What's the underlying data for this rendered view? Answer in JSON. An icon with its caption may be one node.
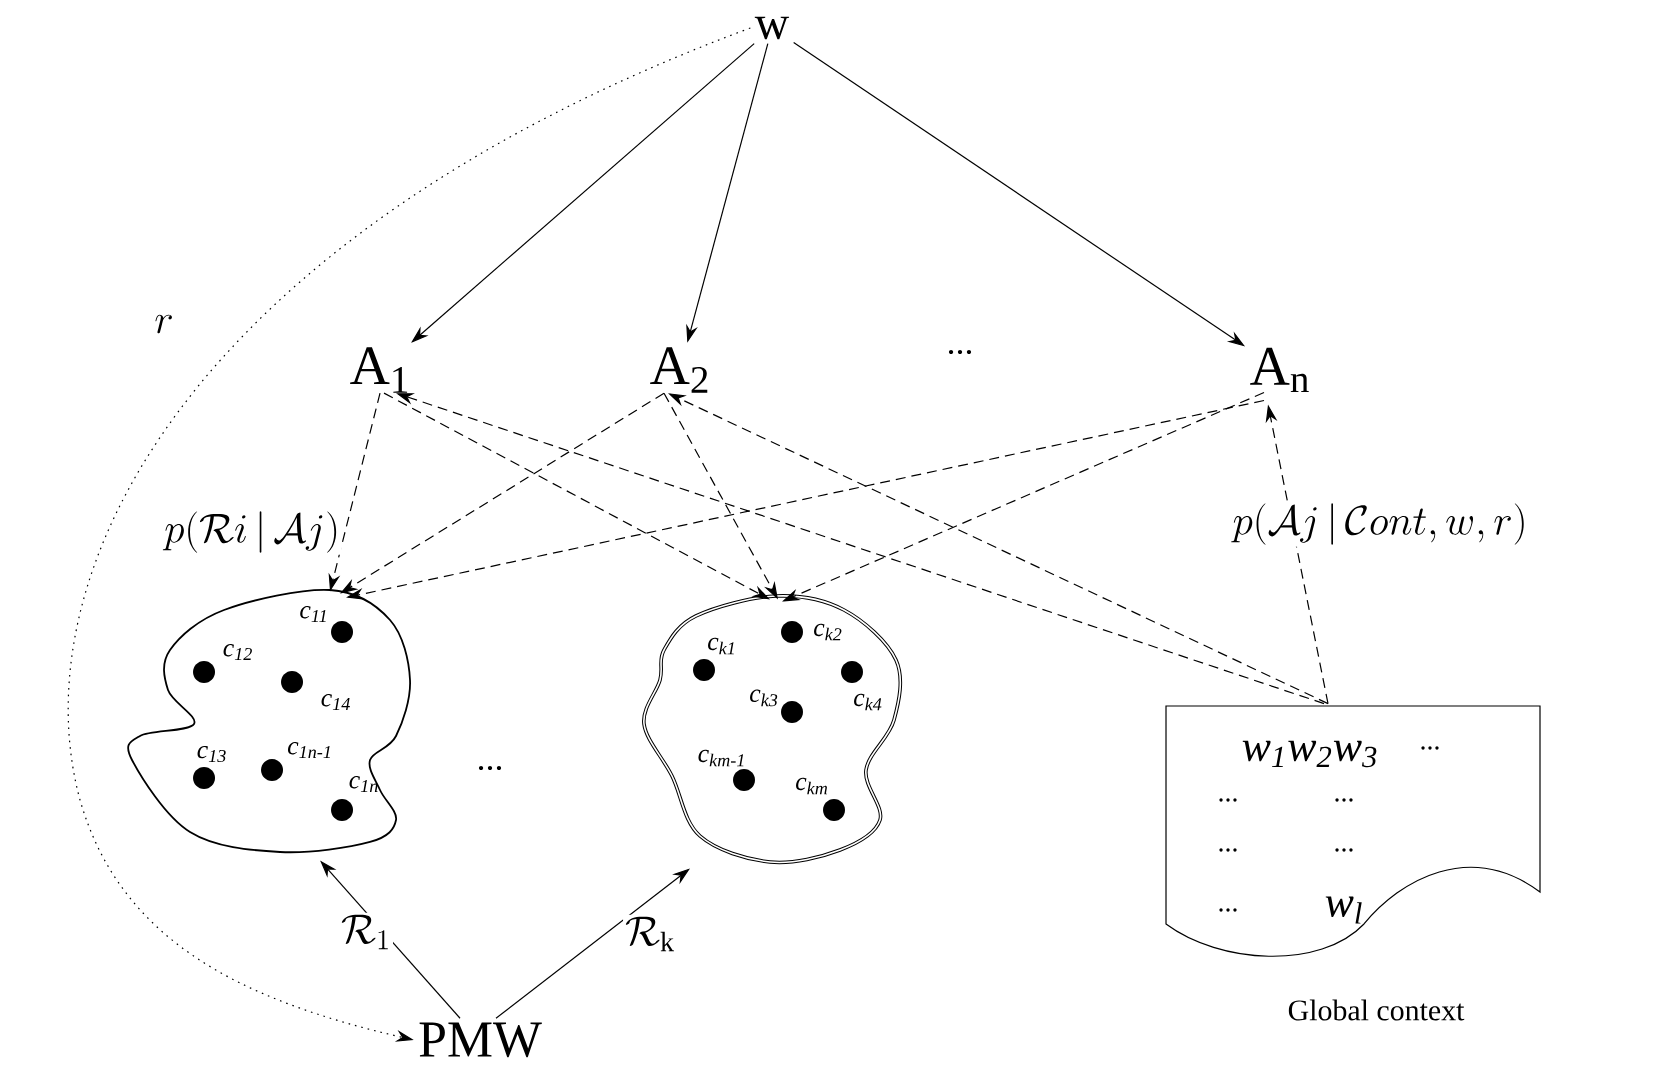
{
  "diagram": {
    "nodes": [
      {
        "text": [
          "w"
        ]
      },
      {
        "text": [
          "A$_{1}$"
        ]
      },
      {
        "text": [
          "A$_{2}$"
        ]
      },
      {
        "text": [
          "A$_{n}$"
        ]
      },
      {
        "text": [
          "c$_{11}$",
          "c$_{12}$",
          "c$_{14}$",
          "c$_{13}$",
          "c$_{1n-1}$",
          "c$_{1n}$"
        ]
      },
      {
        "text": [
          "c$_{k1}$",
          "c$_{k2}$",
          "c$_{k3}$",
          "c$_{k4}$",
          "c$_{km-1}$",
          "c$_{km}$"
        ]
      },
      {
        "text": [
          "w$_{1}$w$_{2}$w$_{3}$",
          "...",
          "...",
          "...",
          "...",
          "...",
          "...",
          "w$_{l}$"
        ],
        "beside": [
          "Global context"
        ]
      },
      {
        "text": [
          "PMW"
        ]
      }
    ],
    "edges": [
      {
        "from": 0,
        "to": 1,
        "arrow": "to"
      },
      {
        "from": 0,
        "to": 2,
        "arrow": "to"
      },
      {
        "from": 0,
        "to": 3,
        "arrow": "to"
      },
      {
        "from": 1,
        "to": 4,
        "arrow": "to",
        "style": "dashed",
        "label": "p(\\mathcal{R}i\\,|\\,\\mathcal{A}j)"
      },
      {
        "from": 2,
        "to": 4,
        "arrow": "to",
        "style": "dashed"
      },
      {
        "from": 3,
        "to": 4,
        "arrow": "to",
        "style": "dashed"
      },
      {
        "from": 1,
        "to": 5,
        "arrow": "to",
        "style": "dashed"
      },
      {
        "from": 2,
        "to": 5,
        "arrow": "to",
        "style": "dashed"
      },
      {
        "from": 3,
        "to": 5,
        "arrow": "to",
        "style": "dashed"
      },
      {
        "from": 6,
        "to": 1,
        "arrow": "to",
        "style": "dashed"
      },
      {
        "from": 6,
        "to": 2,
        "arrow": "to",
        "style": "dashed"
      },
      {
        "from": 6,
        "to": 3,
        "arrow": "to",
        "style": "dashed",
        "label": "p(\\mathcal{A}j\\,|\\,\\mathcal{C}ont,w,r)"
      },
      {
        "from": 7,
        "to": 4,
        "arrow": "to",
        "label": "\\mathcal{R}_1"
      },
      {
        "from": 7,
        "to": 5,
        "arrow": "to",
        "label": "\\mathcal{R}_\\mathrm{k}"
      },
      {
        "from": 0,
        "to": 7,
        "arrow": "to",
        "style": "dashed",
        "label": "r"
      }
    ],
    "labels": [
      "...",
      "..."
    ]
  }
}
